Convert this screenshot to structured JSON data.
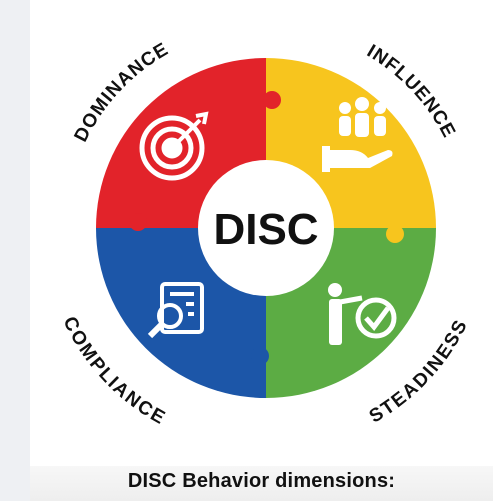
{
  "center_label": "DISC",
  "caption": "DISC Behavior dimensions:",
  "quadrants": [
    {
      "label": "DOMINANCE",
      "color": "#e2232a",
      "icon": "target-icon"
    },
    {
      "label": "INFLUENCE",
      "color": "#f7c51e",
      "icon": "people-hand-icon"
    },
    {
      "label": "STEADINESS",
      "color": "#5cac44",
      "icon": "person-check-icon"
    },
    {
      "label": "COMPLIANCE",
      "color": "#1c56a8",
      "icon": "document-search-icon"
    }
  ]
}
